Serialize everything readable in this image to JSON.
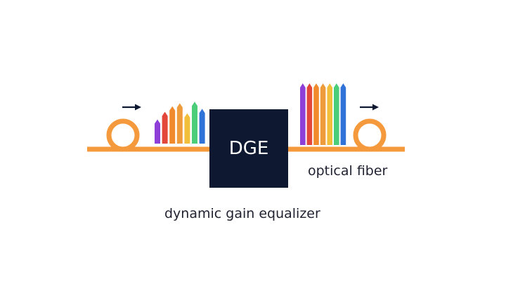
{
  "labels": {
    "dge": "DGE",
    "fiber": "optical fiber",
    "caption": "dynamic gain equalizer"
  },
  "colors": {
    "background": "#ffffff",
    "fiber": "#f59a3c",
    "dge_box": "#0e1830",
    "arrow": "#0e1830",
    "text": "#1f2130"
  },
  "spectra": {
    "input": {
      "relative_levels": [
        0.48,
        0.63,
        0.74,
        0.8,
        0.6,
        0.83,
        0.69
      ],
      "colors": [
        "#8e3fd8",
        "#e3473a",
        "#f08a2c",
        "#ee9b3b",
        "#f2bf3c",
        "#4ccd7a",
        "#2f72d8"
      ]
    },
    "output": {
      "relative_levels": [
        1,
        1,
        1,
        1,
        1,
        1,
        1
      ],
      "colors": [
        "#8e3fd8",
        "#e3473a",
        "#f08a2c",
        "#ee9b3b",
        "#f2bf3c",
        "#4ccd7a",
        "#2f72d8"
      ]
    }
  },
  "icons": {
    "arrow": "right-arrow-icon",
    "coil": "fiber-loop-icon"
  }
}
